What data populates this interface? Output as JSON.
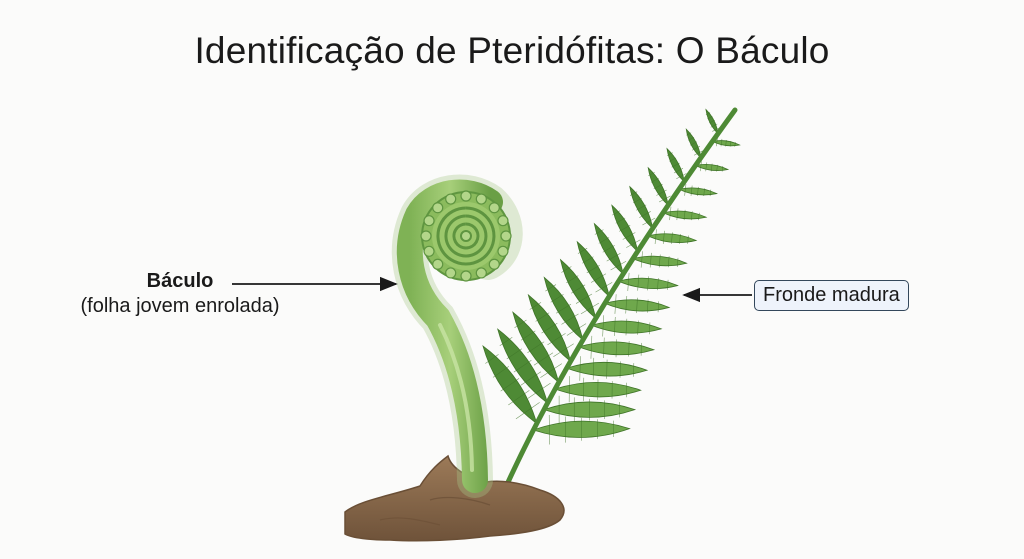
{
  "title": "Identificação de Pteridófitas: O Báculo",
  "labels": {
    "baculo": "Báculo",
    "baculo_desc": "(folha jovem enrolada)",
    "fronde": "Fronde madura"
  },
  "colors": {
    "fern_dark": "#4e8a35",
    "fern_light": "#6fa84c",
    "fiddlehead": "#8bbb5d",
    "fiddlehead_light": "#b3d68a",
    "rhizome": "#8a6a4c",
    "label_box_bg": "#eef3fb",
    "label_box_border": "#33475b"
  }
}
